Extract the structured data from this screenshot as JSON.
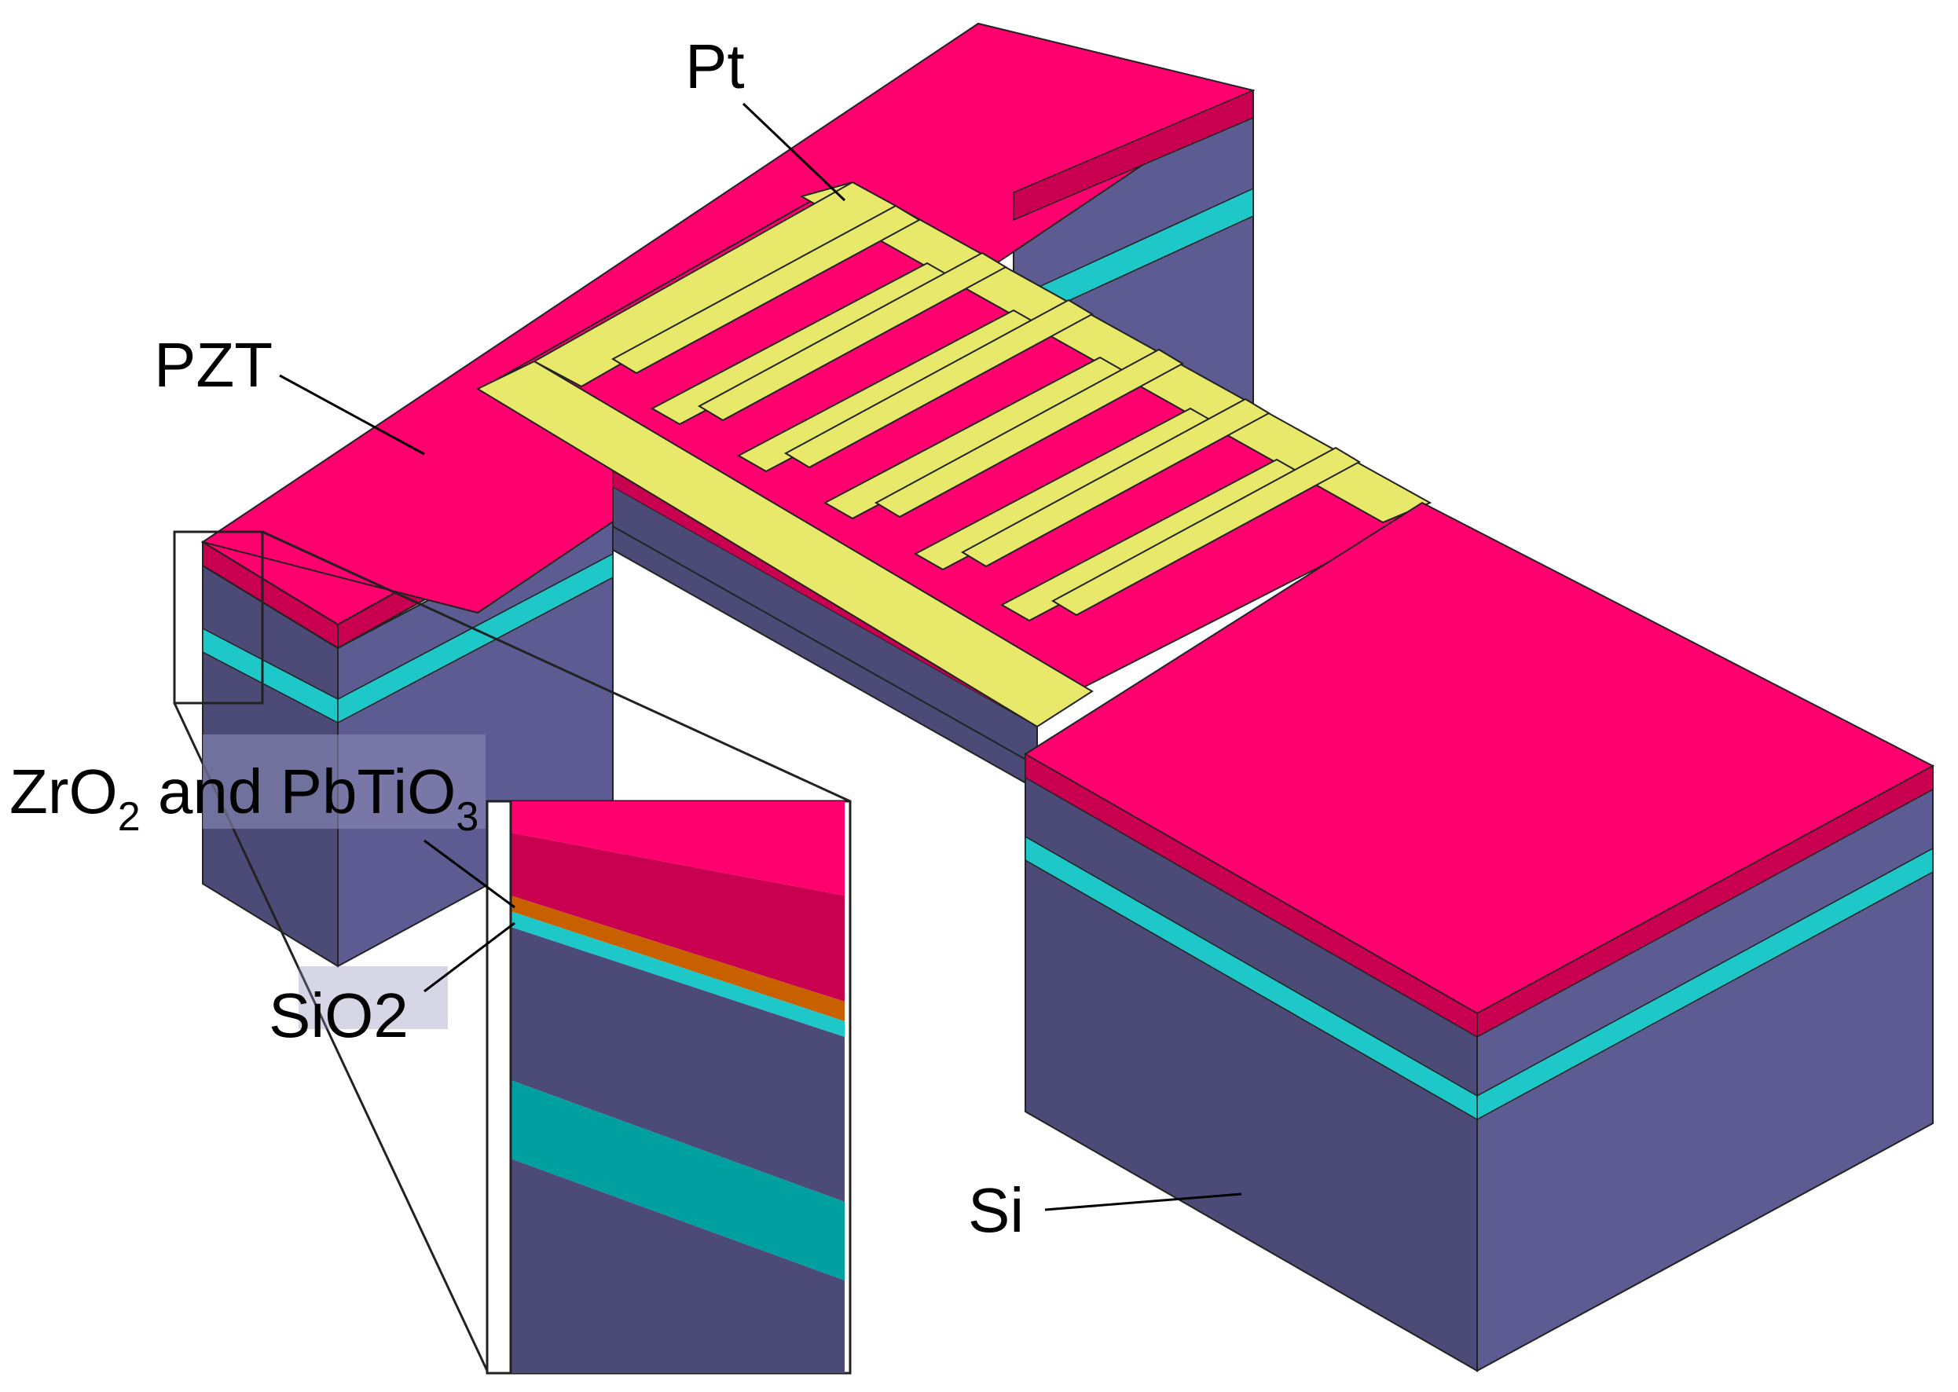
{
  "labels": {
    "pt": "Pt",
    "pzt": "PZT",
    "zro2_prefix": "ZrO",
    "zro2_sub": "2",
    "pbtio3_mid": " and PbTiO",
    "pbtio3_sub": "3",
    "sio2": "SiO2",
    "si": "Si"
  },
  "colors": {
    "pzt": "#ff006e",
    "pzt_side": "#c8004f",
    "pt": "#e8e86a",
    "si_top": "#6b6aa0",
    "si_side_light": "#5c5b92",
    "si_side_dark": "#4c4b78",
    "sio2": "#1fc8c8",
    "sio2_dark": "#00a0a0",
    "interlayer": "#c86000",
    "outline": "#222222"
  }
}
